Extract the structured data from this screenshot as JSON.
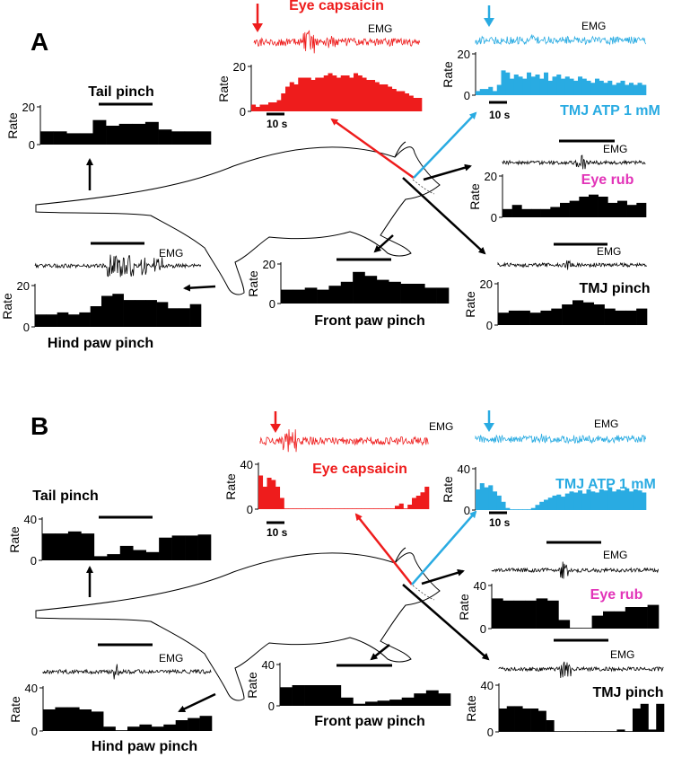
{
  "colors": {
    "black": "#000000",
    "red": "#ee1c1c",
    "blue": "#29abe2",
    "magenta": "#e233b8"
  },
  "panels": [
    {
      "letter": "A",
      "plots": [
        {
          "id": "A-eye-capsaicin",
          "title": "Eye capsaicin",
          "color": "red",
          "ylabel": "Rate",
          "yticks": [
            "20",
            "0"
          ],
          "ymax": 20,
          "emg": "EMG",
          "scalebar": "10 s",
          "arrow": true,
          "values": [
            3,
            2,
            3,
            3,
            4,
            4,
            5,
            8,
            11,
            13,
            12,
            15,
            15,
            15,
            14,
            15,
            15,
            16,
            17,
            16,
            15,
            16,
            16,
            15,
            17,
            16,
            15,
            14,
            14,
            13,
            12,
            12,
            11,
            10,
            9,
            9,
            8,
            7,
            6,
            6
          ]
        },
        {
          "id": "A-tmj-atp",
          "title": "TMJ ATP 1 mM",
          "color": "blue",
          "ylabel": "Rate",
          "yticks": [
            "20",
            "0"
          ],
          "ymax": 20,
          "emg": "EMG",
          "scalebar": "10 s",
          "arrow": true,
          "values": [
            2,
            3,
            3,
            4,
            2,
            5,
            12,
            11,
            8,
            10,
            9,
            8,
            11,
            9,
            10,
            8,
            11,
            7,
            9,
            10,
            8,
            9,
            8,
            7,
            9,
            8,
            7,
            6,
            8,
            7,
            6,
            7,
            5,
            6,
            7,
            5,
            6,
            5,
            6,
            5
          ]
        },
        {
          "id": "A-tail-pinch",
          "title": "Tail pinch",
          "color": "black",
          "ylabel": "Rate",
          "yticks": [
            "20",
            "0"
          ],
          "ymax": 20,
          "values": [
            7,
            7,
            6,
            6,
            13,
            10,
            11,
            11,
            12,
            8,
            7,
            7,
            7
          ]
        },
        {
          "id": "A-eye-rub",
          "title": "Eye rub",
          "color": "magenta",
          "ylabel": "Rate",
          "yticks": [
            "20",
            "0"
          ],
          "ymax": 20,
          "emg": "EMG",
          "values": [
            4,
            6,
            4,
            4,
            4,
            5,
            7,
            8,
            10,
            11,
            10,
            7,
            8,
            6,
            7
          ]
        },
        {
          "id": "A-front-paw",
          "title": "Front paw pinch",
          "color": "black",
          "ylabel": "Rate",
          "yticks": [
            "20",
            "0"
          ],
          "ymax": 20,
          "values": [
            7,
            7,
            8,
            7,
            9,
            11,
            16,
            14,
            12,
            11,
            10,
            10,
            8,
            8
          ]
        },
        {
          "id": "A-tmj-pinch",
          "title": "TMJ pinch",
          "color": "black",
          "ylabel": "Rate",
          "yticks": [
            "20",
            "0"
          ],
          "ymax": 20,
          "emg": "EMG",
          "values": [
            6,
            7,
            7,
            6,
            7,
            8,
            10,
            12,
            11,
            10,
            8,
            7,
            7,
            8
          ]
        },
        {
          "id": "A-hind-paw",
          "title": "Hind paw pinch",
          "color": "black",
          "ylabel": "Rate",
          "yticks": [
            "20",
            "0"
          ],
          "ymax": 20,
          "emg": "EMG",
          "values": [
            6,
            6,
            7,
            6,
            7,
            10,
            15,
            16,
            13,
            13,
            13,
            12,
            9,
            9,
            11
          ]
        }
      ]
    },
    {
      "letter": "B",
      "plots": [
        {
          "id": "B-eye-capsaicin",
          "title": "Eye capsaicin",
          "color": "red",
          "ylabel": "Rate",
          "yticks": [
            "40",
            "0"
          ],
          "ymax": 40,
          "emg": "EMG",
          "scalebar": "10 s",
          "arrow": true,
          "values": [
            30,
            20,
            28,
            26,
            20,
            10,
            0,
            0,
            0,
            0,
            0,
            0,
            0,
            0,
            0,
            0,
            0,
            0,
            0,
            0,
            0,
            0,
            0,
            0,
            0,
            0,
            0,
            0,
            0,
            0,
            0,
            0,
            3,
            5,
            0,
            4,
            10,
            12,
            15,
            20
          ]
        },
        {
          "id": "B-tmj-atp",
          "title": "TMJ ATP 1 mM",
          "color": "blue",
          "ylabel": "Rate",
          "yticks": [
            "40",
            "0"
          ],
          "ymax": 40,
          "emg": "EMG",
          "scalebar": "10 s",
          "arrow": true,
          "values": [
            20,
            26,
            22,
            24,
            18,
            14,
            8,
            2,
            0,
            0,
            0,
            0,
            0,
            2,
            5,
            8,
            10,
            12,
            14,
            15,
            13,
            16,
            18,
            17,
            19,
            16,
            20,
            18,
            17,
            20,
            19,
            22,
            18,
            20,
            19,
            21,
            18,
            20,
            19,
            17
          ]
        },
        {
          "id": "B-tail-pinch",
          "title": "Tail pinch",
          "color": "black",
          "ylabel": "Rate",
          "yticks": [
            "40",
            "0"
          ],
          "ymax": 40,
          "values": [
            26,
            26,
            28,
            26,
            4,
            6,
            14,
            10,
            8,
            22,
            24,
            24,
            25
          ]
        },
        {
          "id": "B-eye-rub",
          "title": "Eye rub",
          "color": "magenta",
          "ylabel": "Rate",
          "yticks": [
            "40",
            "0"
          ],
          "ymax": 40,
          "emg": "EMG",
          "values": [
            28,
            26,
            26,
            26,
            28,
            26,
            8,
            0,
            0,
            12,
            16,
            16,
            20,
            20,
            22
          ]
        },
        {
          "id": "B-front-paw",
          "title": "Front paw pinch",
          "color": "black",
          "ylabel": "Rate",
          "yticks": [
            "40",
            "0"
          ],
          "ymax": 40,
          "values": [
            18,
            20,
            20,
            20,
            20,
            8,
            2,
            4,
            5,
            6,
            8,
            12,
            15,
            12
          ]
        },
        {
          "id": "B-tmj-pinch",
          "title": "TMJ pinch",
          "color": "black",
          "ylabel": "Rate",
          "yticks": [
            "40",
            "0"
          ],
          "ymax": 40,
          "emg": "EMG",
          "values": [
            20,
            22,
            22,
            20,
            20,
            18,
            10,
            0,
            0,
            0,
            0,
            0,
            0,
            0,
            0,
            2,
            0,
            20,
            24,
            2,
            24
          ]
        },
        {
          "id": "B-hind-paw",
          "title": "Hind paw pinch",
          "color": "black",
          "ylabel": "Rate",
          "yticks": [
            "40",
            "0"
          ],
          "ymax": 40,
          "emg": "EMG",
          "values": [
            20,
            22,
            22,
            20,
            18,
            4,
            0,
            4,
            6,
            4,
            6,
            10,
            12,
            14
          ]
        }
      ]
    }
  ]
}
